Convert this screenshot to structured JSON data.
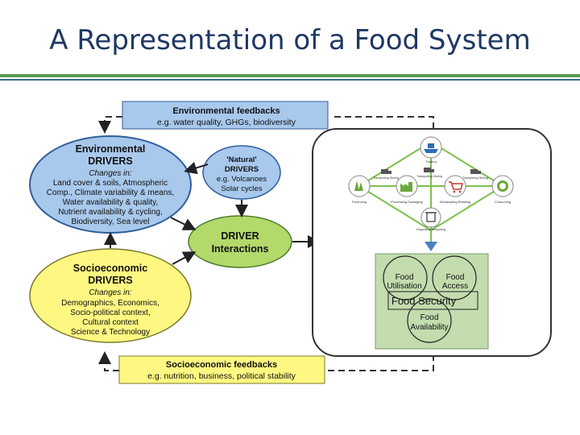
{
  "slide": {
    "title": "A Representation of a Food System",
    "colors": {
      "title_text": "#1f3864",
      "rule_green": "#5b9a58",
      "rule_blue": "#2e6f8e",
      "environment_fill": "#a8c8ec",
      "environment_stroke": "#2f5d9a",
      "socio_fill": "#fef882",
      "socio_stroke": "#7a7a2a",
      "interaction_fill": "#b2d96a",
      "food_security_fill": "#c3dcae"
    }
  },
  "env_feedback": {
    "title": "Environmental feedbacks",
    "text": "e.g. water quality, GHGs, biodiversity"
  },
  "env_drivers": {
    "title_line1": "Environmental",
    "title_line2": "DRIVERS",
    "subtitle": "Changes in:",
    "lines": [
      "Land cover & soils, Atmospheric",
      "Comp., Climate variability & means,",
      "Water availability & quality,",
      "Nutrient availability & cycling,",
      "Biodiversity, Sea level"
    ]
  },
  "natural_drivers": {
    "line1": "'Natural'",
    "line2": "DRIVERS",
    "line3": "e.g. Volcanoes",
    "line4": "Solar cycles"
  },
  "driver_interactions": {
    "line1": "DRIVER",
    "line2": "Interactions"
  },
  "socio_drivers": {
    "title_line1": "Socioeconomic",
    "title_line2": "DRIVERS",
    "subtitle": "Changes in:",
    "lines": [
      "Demographics, Economics,",
      "Socio-political context,",
      "Cultural context",
      "Science & Technology"
    ]
  },
  "socio_feedback": {
    "title": "Socioeconomic feedbacks",
    "text": "e.g. nutrition, business, political stability"
  },
  "food_system": {
    "nodes": [
      {
        "label": "Trading",
        "icon": "trade-ship-icon"
      },
      {
        "label": "Producing",
        "icon": "crops-icon"
      },
      {
        "label": "Processing Packaging",
        "icon": "factory-icon"
      },
      {
        "label": "Wholesaling Retailing",
        "icon": "shopping-cart-icon"
      },
      {
        "label": "Consuming",
        "icon": "plate-icon"
      },
      {
        "label": "Disposing Recycling",
        "icon": "bin-icon"
      },
      {
        "label": "Transporting Storing",
        "icon": "truck-icon"
      },
      {
        "label": "Transporting Storing",
        "icon": "truck-icon"
      },
      {
        "label": "Transporting Storing",
        "icon": "truck-icon"
      }
    ]
  },
  "food_security": {
    "utilisation_line1": "Food",
    "utilisation_line2": "Utilisation",
    "access_line1": "Food",
    "access_line2": "Access",
    "availability_line1": "Food",
    "availability_line2": "Availability",
    "label": "Food Security"
  }
}
